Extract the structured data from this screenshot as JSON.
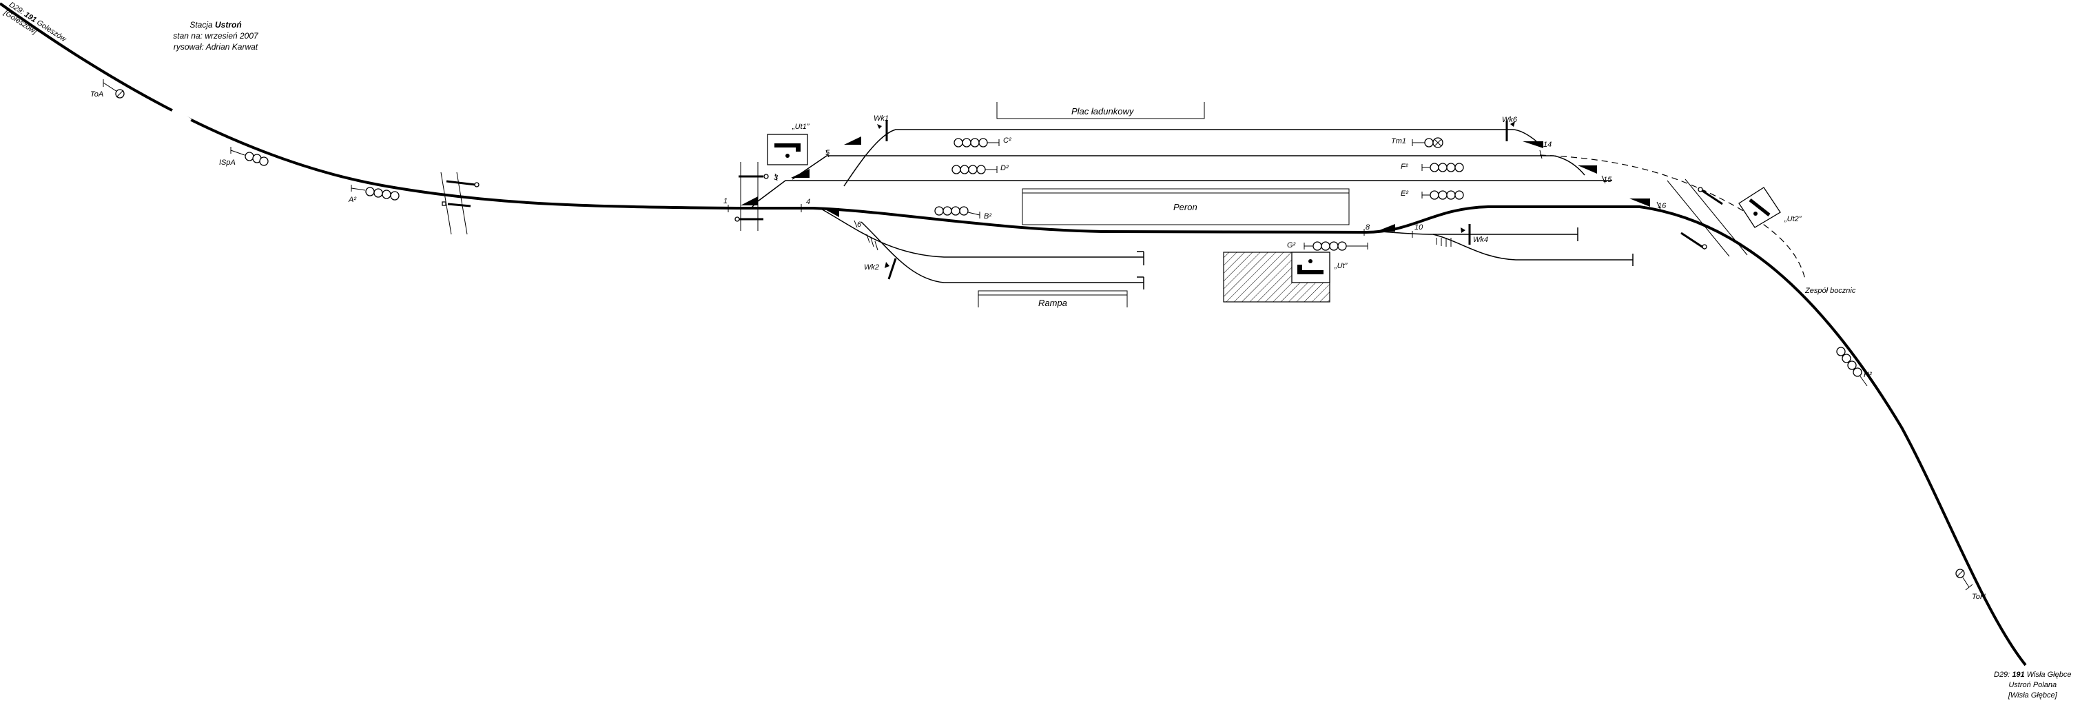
{
  "header": {
    "title_prefix": "Stacja",
    "title_name": "Ustroń",
    "state": "stan na: wrzesień 2007",
    "author": "rysował: Adrian Karwat"
  },
  "ends": {
    "left_line": "D29:",
    "left_num": "191",
    "left_name": "Goleszów",
    "left_sub": "[Goleszów]",
    "right_line": "D29:",
    "right_num": "191",
    "right_name": "Wisła Głębce",
    "right_sub1": "Ustroń Polana",
    "right_sub2": "[Wisła Głębce]"
  },
  "areas": {
    "loading_square": "Plac ładunkowy",
    "platform": "Peron",
    "ramp": "Rampa",
    "siding_group": "Zespół bocznic"
  },
  "posts": {
    "ut1": "„Ut1”",
    "ut": "„Ut”",
    "ut2": "„Ut2”"
  },
  "signals": {
    "toa": "ToA",
    "ispa": "ISpA",
    "a2": "A²",
    "b2": "B²",
    "c2": "C²",
    "d2": "D²",
    "e2": "E²",
    "f2": "F²",
    "g2": "G²",
    "h2": "H²",
    "tm1": "Tm1",
    "toh": "ToH"
  },
  "derailers": {
    "wk1": "Wk1",
    "wk2": "Wk2",
    "wk4": "Wk4",
    "wk6": "Wk6"
  },
  "switches": {
    "s1": "1",
    "s3": "3",
    "s4": "4",
    "s5": "5",
    "s6": "6",
    "s8": "8",
    "s10": "10",
    "s14": "14",
    "s15": "15",
    "s16": "16"
  }
}
